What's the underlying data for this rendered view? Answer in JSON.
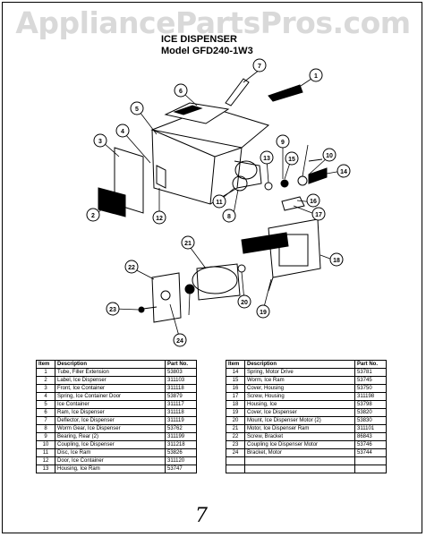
{
  "watermark": "AppliancePartsPros.com",
  "title_line1": "ICE DISPENSER",
  "title_line2": "Model GFD240-1W3",
  "callouts": [
    "1",
    "2",
    "3",
    "4",
    "5",
    "6",
    "7",
    "8",
    "9",
    "10",
    "11",
    "12",
    "13",
    "14",
    "15",
    "16",
    "17",
    "18",
    "19",
    "20",
    "21",
    "22",
    "23",
    "24"
  ],
  "table_headers": {
    "item": "Item",
    "description": "Description",
    "part_no": "Part No."
  },
  "parts_left": [
    {
      "item": "1",
      "description": "Tube, Filler Extension",
      "part_no": "53803"
    },
    {
      "item": "2",
      "description": "Label, Ice Dispenser",
      "part_no": "311103"
    },
    {
      "item": "3",
      "description": "Front, Ice Container",
      "part_no": "311118"
    },
    {
      "item": "4",
      "description": "Spring, Ice Container Door",
      "part_no": "53879"
    },
    {
      "item": "5",
      "description": "Ice Container",
      "part_no": "311117"
    },
    {
      "item": "6",
      "description": "Ram, Ice Dispenser",
      "part_no": "311118"
    },
    {
      "item": "7",
      "description": "Deflector, Ice Dispenser",
      "part_no": "311119"
    },
    {
      "item": "8",
      "description": "Worm Gear, Ice Dispenser",
      "part_no": "53762"
    },
    {
      "item": "9",
      "description": "Bearing, Rear (2)",
      "part_no": "311199"
    },
    {
      "item": "10",
      "description": "Coupling, Ice Dispenser",
      "part_no": "311218"
    },
    {
      "item": "11",
      "description": "Disc, Ice Ram",
      "part_no": "53826"
    },
    {
      "item": "12",
      "description": "Door, Ice Container",
      "part_no": "311120"
    },
    {
      "item": "13",
      "description": "Housing, Ice Ram",
      "part_no": "53747"
    }
  ],
  "parts_right": [
    {
      "item": "14",
      "description": "Spring, Motor Drive",
      "part_no": "53781"
    },
    {
      "item": "15",
      "description": "Worm, Ice Ram",
      "part_no": "53745"
    },
    {
      "item": "16",
      "description": "Cover, Housing",
      "part_no": "53750"
    },
    {
      "item": "17",
      "description": "Screw, Housing",
      "part_no": "311198"
    },
    {
      "item": "18",
      "description": "Housing, Ice",
      "part_no": "53798"
    },
    {
      "item": "19",
      "description": "Cover, Ice Dispenser",
      "part_no": "53820"
    },
    {
      "item": "20",
      "description": "Mount, Ice Dispenser Motor (2)",
      "part_no": "53830"
    },
    {
      "item": "21",
      "description": "Motor, Ice Dispenser Ram",
      "part_no": "311101"
    },
    {
      "item": "22",
      "description": "Screw, Bracket",
      "part_no": "86843"
    },
    {
      "item": "23",
      "description": "Coupling Ice Dispenser Motor",
      "part_no": "53746"
    },
    {
      "item": "24",
      "description": "Bracket, Motor",
      "part_no": "53744"
    },
    {
      "item": "",
      "description": "",
      "part_no": ""
    },
    {
      "item": "",
      "description": "",
      "part_no": ""
    }
  ],
  "signature": "7"
}
